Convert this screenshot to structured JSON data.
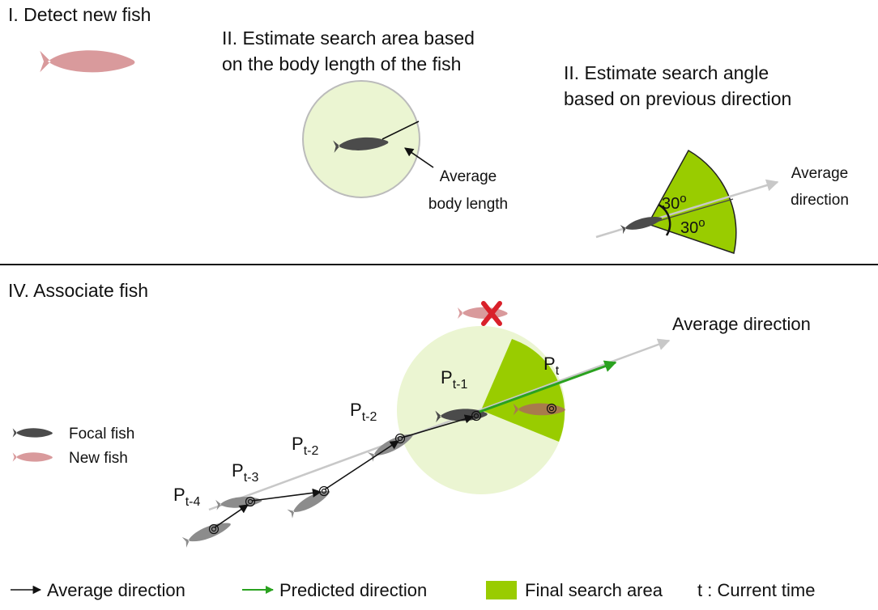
{
  "panels": {
    "detect_title": "I. Detect new fish",
    "area_title_line1": "II. Estimate search area based",
    "area_title_line2": "on the body length of the fish",
    "angle_title_line1": "II. Estimate search angle",
    "angle_title_line2": "based on previous direction",
    "associate_title": "IV. Associate fish"
  },
  "annotations": {
    "body_length_line1": "Average",
    "body_length_line2": "body length",
    "avg_dir_line1": "Average",
    "avg_dir_line2": "direction",
    "angle_top": "30",
    "angle_bottom": "30",
    "degree_mark": "o",
    "average_direction": "Average direction"
  },
  "positions": [
    {
      "main": "P",
      "sub": "t-4"
    },
    {
      "main": "P",
      "sub": "t-3"
    },
    {
      "main": "P",
      "sub": "t-2"
    },
    {
      "main": "P",
      "sub": "t-2"
    },
    {
      "main": "P",
      "sub": "t-1"
    },
    {
      "main": "P",
      "sub": "t"
    }
  ],
  "side_legend": {
    "focal": "Focal fish",
    "new": "New fish"
  },
  "bottom_legend": {
    "average_direction": "Average direction",
    "predicted_direction": "Predicted direction",
    "final_search_area": "Final search area",
    "current_time": "t : Current time"
  },
  "colors": {
    "new_fish": "#d99a9c",
    "focal_fish": "#4b4b4b",
    "ghost_fish": "#8c8c8c",
    "brown_fish": "#a87b4c",
    "search_circle": "#ebf5d2",
    "final_area": "#99cc00",
    "predicted_arrow": "#2aa21f",
    "direction_arrow": "#c8c8c8",
    "reject_mark": "#d9202a"
  }
}
